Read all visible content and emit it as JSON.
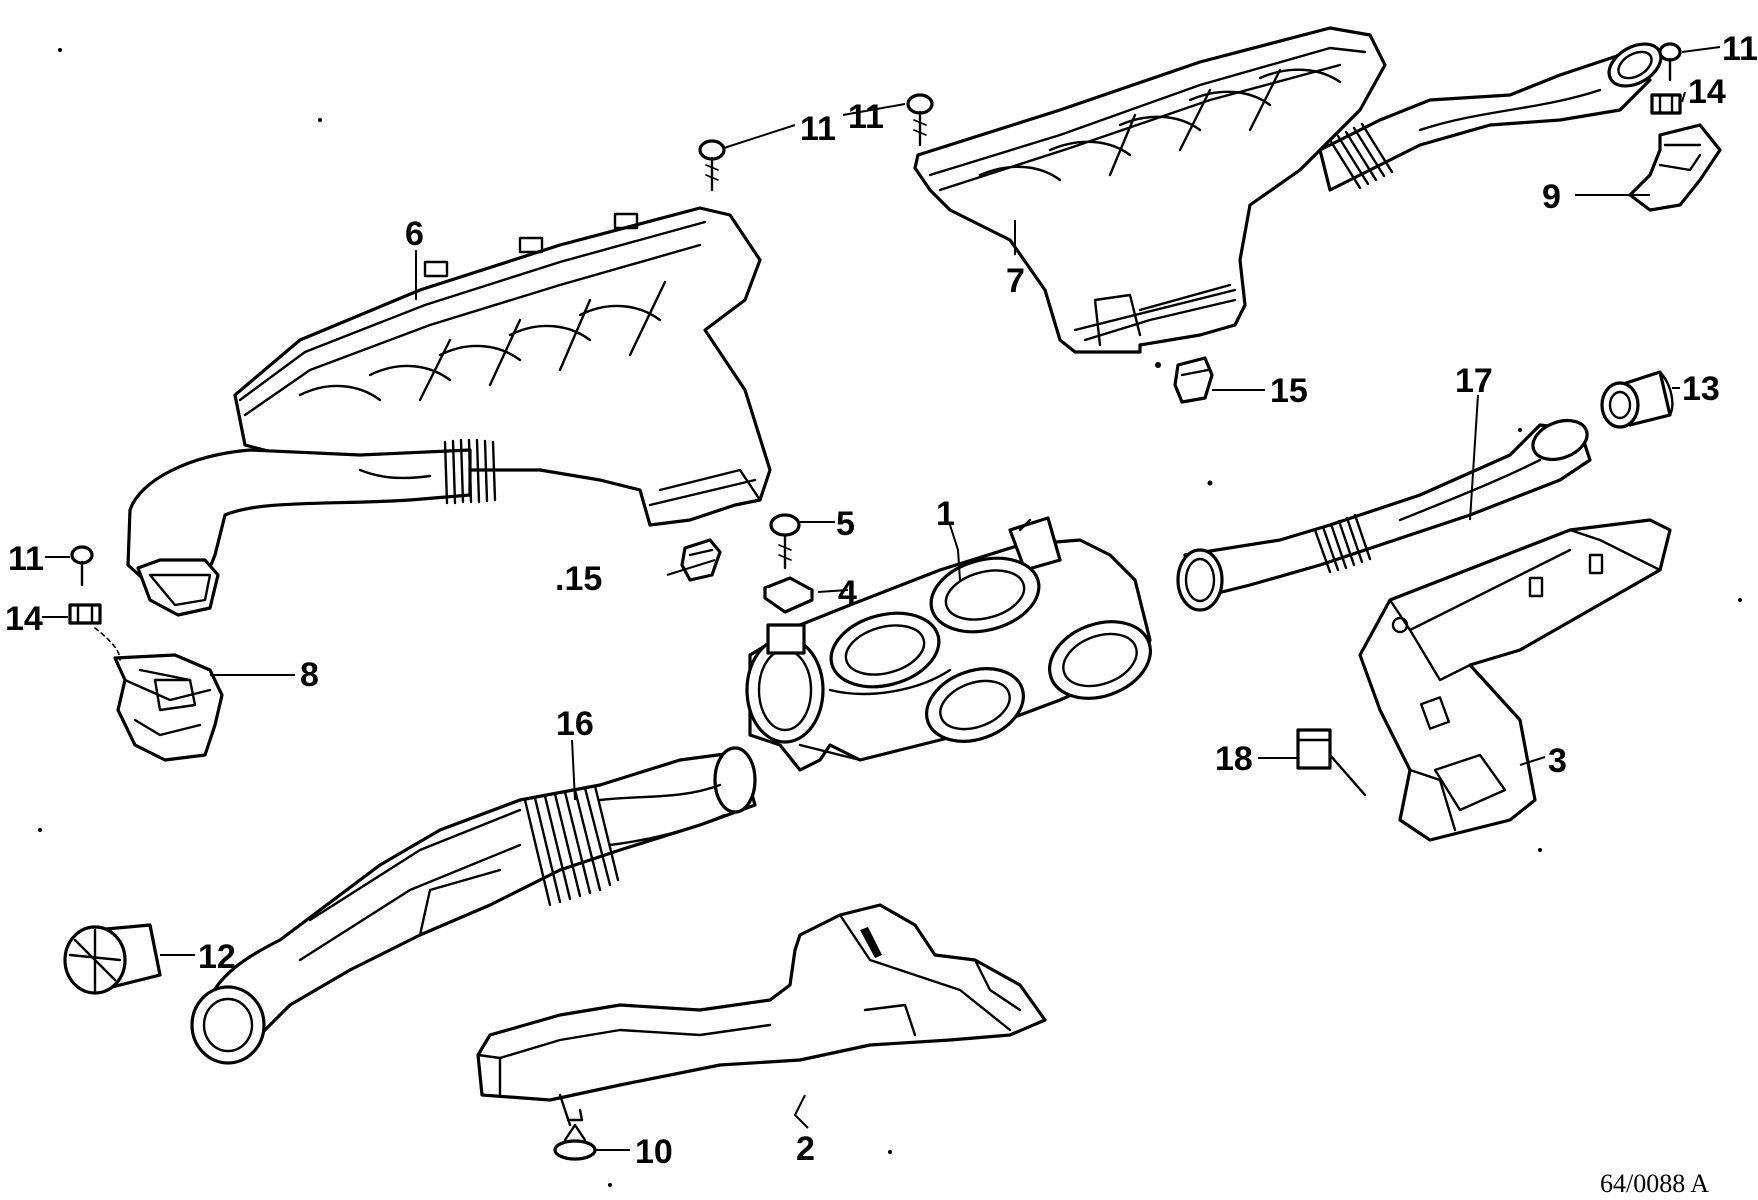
{
  "diagram": {
    "reference_code": "64/0088 A",
    "callouts": [
      {
        "id": "c1",
        "label": "1"
      },
      {
        "id": "c2",
        "label": "2"
      },
      {
        "id": "c3",
        "label": "3"
      },
      {
        "id": "c4",
        "label": "4"
      },
      {
        "id": "c5",
        "label": "5"
      },
      {
        "id": "c6",
        "label": "6"
      },
      {
        "id": "c7",
        "label": "7"
      },
      {
        "id": "c8",
        "label": "8"
      },
      {
        "id": "c9",
        "label": "9"
      },
      {
        "id": "c10",
        "label": "10"
      },
      {
        "id": "c11a",
        "label": "11"
      },
      {
        "id": "c11b",
        "label": "11"
      },
      {
        "id": "c11c",
        "label": "11"
      },
      {
        "id": "c11d",
        "label": "11"
      },
      {
        "id": "c12",
        "label": "12"
      },
      {
        "id": "c13",
        "label": "13"
      },
      {
        "id": "c14a",
        "label": "14"
      },
      {
        "id": "c14b",
        "label": "14"
      },
      {
        "id": "c15a",
        "label": "15"
      },
      {
        "id": "c15b",
        "label": ".15"
      },
      {
        "id": "c16",
        "label": "16"
      },
      {
        "id": "c17",
        "label": "17"
      },
      {
        "id": "c18",
        "label": "18"
      }
    ]
  }
}
